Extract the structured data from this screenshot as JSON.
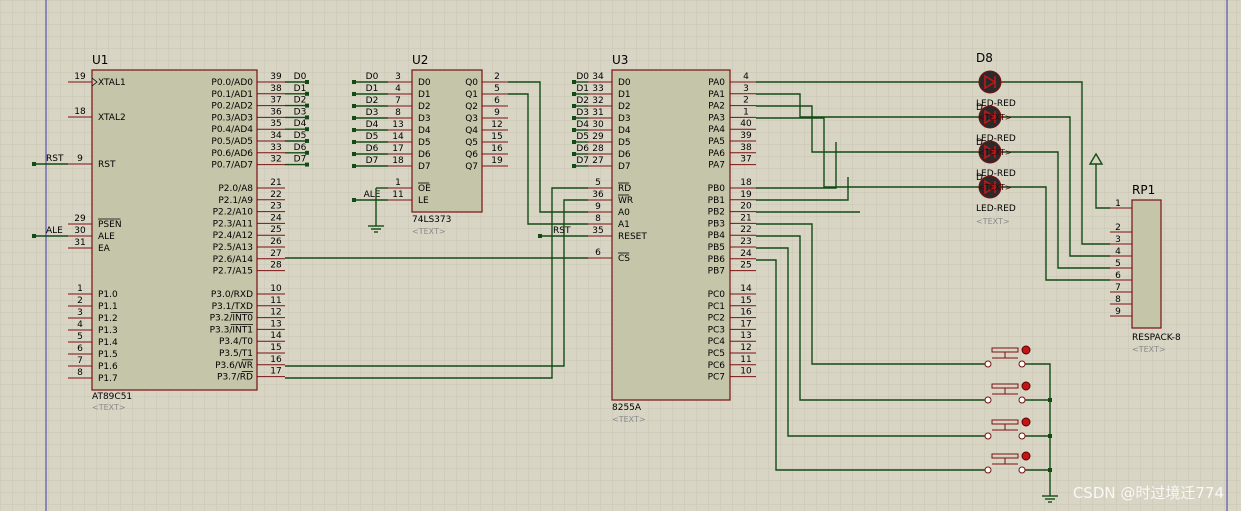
{
  "watermark": "CSDN @时过境迁774",
  "colors": {
    "wire": "#144a14",
    "body": "#c5c5aa",
    "outline": "#7a1010",
    "led": "#c21616",
    "grid": "#c9c5b4"
  },
  "u1": {
    "ref": "U1",
    "part": "AT89C51",
    "text": "<TEXT>",
    "left": [
      {
        "num": "19",
        "name": "XTAL1"
      },
      {
        "num": "18",
        "name": "XTAL2"
      },
      {
        "num": "9",
        "name": "RST"
      },
      {
        "num": "29",
        "name": "PSEN"
      },
      {
        "num": "30",
        "name": "ALE"
      },
      {
        "num": "31",
        "name": "EA"
      },
      {
        "num": "1",
        "name": "P1.0"
      },
      {
        "num": "2",
        "name": "P1.1"
      },
      {
        "num": "3",
        "name": "P1.2"
      },
      {
        "num": "4",
        "name": "P1.3"
      },
      {
        "num": "5",
        "name": "P1.4"
      },
      {
        "num": "6",
        "name": "P1.5"
      },
      {
        "num": "7",
        "name": "P1.6"
      },
      {
        "num": "8",
        "name": "P1.7"
      }
    ],
    "right": [
      {
        "num": "39",
        "name": "P0.0/AD0",
        "net": "D0"
      },
      {
        "num": "38",
        "name": "P0.1/AD1",
        "net": "D1"
      },
      {
        "num": "37",
        "name": "P0.2/AD2",
        "net": "D2"
      },
      {
        "num": "36",
        "name": "P0.3/AD3",
        "net": "D3"
      },
      {
        "num": "35",
        "name": "P0.4/AD4",
        "net": "D4"
      },
      {
        "num": "34",
        "name": "P0.5/AD5",
        "net": "D5"
      },
      {
        "num": "33",
        "name": "P0.6/AD6",
        "net": "D6"
      },
      {
        "num": "32",
        "name": "P0.7/AD7",
        "net": "D7"
      },
      {
        "num": "21",
        "name": "P2.0/A8"
      },
      {
        "num": "22",
        "name": "P2.1/A9"
      },
      {
        "num": "23",
        "name": "P2.2/A10"
      },
      {
        "num": "24",
        "name": "P2.3/A11"
      },
      {
        "num": "25",
        "name": "P2.4/A12"
      },
      {
        "num": "26",
        "name": "P2.5/A13"
      },
      {
        "num": "27",
        "name": "P2.6/A14"
      },
      {
        "num": "28",
        "name": "P2.7/A15"
      },
      {
        "num": "10",
        "name": "P3.0/RXD"
      },
      {
        "num": "11",
        "name": "P3.1/TXD"
      },
      {
        "num": "12",
        "name": "P3.2/INT0"
      },
      {
        "num": "13",
        "name": "P3.3/INT1"
      },
      {
        "num": "14",
        "name": "P3.4/T0"
      },
      {
        "num": "15",
        "name": "P3.5/T1"
      },
      {
        "num": "16",
        "name": "P3.6/WR"
      },
      {
        "num": "17",
        "name": "P3.7/RD"
      }
    ],
    "net_rst": "RST",
    "net_ale": "ALE"
  },
  "u2": {
    "ref": "U2",
    "part": "74LS373",
    "text": "<TEXT>",
    "left": [
      {
        "num": "3",
        "name": "D0",
        "net": "D0"
      },
      {
        "num": "4",
        "name": "D1",
        "net": "D1"
      },
      {
        "num": "7",
        "name": "D2",
        "net": "D2"
      },
      {
        "num": "8",
        "name": "D3",
        "net": "D3"
      },
      {
        "num": "13",
        "name": "D4",
        "net": "D4"
      },
      {
        "num": "14",
        "name": "D5",
        "net": "D5"
      },
      {
        "num": "17",
        "name": "D6",
        "net": "D6"
      },
      {
        "num": "18",
        "name": "D7",
        "net": "D7"
      },
      {
        "num": "1",
        "name": "OE"
      },
      {
        "num": "11",
        "name": "LE",
        "net": "ALE"
      }
    ],
    "right": [
      {
        "num": "2",
        "name": "Q0"
      },
      {
        "num": "5",
        "name": "Q1"
      },
      {
        "num": "6",
        "name": "Q2"
      },
      {
        "num": "9",
        "name": "Q3"
      },
      {
        "num": "12",
        "name": "Q4"
      },
      {
        "num": "15",
        "name": "Q5"
      },
      {
        "num": "16",
        "name": "Q6"
      },
      {
        "num": "19",
        "name": "Q7"
      }
    ]
  },
  "u3": {
    "ref": "U3",
    "part": "8255A",
    "text": "<TEXT>",
    "left": [
      {
        "num": "34",
        "name": "D0",
        "net": "D0"
      },
      {
        "num": "33",
        "name": "D1",
        "net": "D1"
      },
      {
        "num": "32",
        "name": "D2",
        "net": "D2"
      },
      {
        "num": "31",
        "name": "D3",
        "net": "D3"
      },
      {
        "num": "30",
        "name": "D4",
        "net": "D4"
      },
      {
        "num": "29",
        "name": "D5",
        "net": "D5"
      },
      {
        "num": "28",
        "name": "D6",
        "net": "D6"
      },
      {
        "num": "27",
        "name": "D7",
        "net": "D7"
      },
      {
        "num": "5",
        "name": "RD"
      },
      {
        "num": "36",
        "name": "WR"
      },
      {
        "num": "9",
        "name": "A0"
      },
      {
        "num": "8",
        "name": "A1"
      },
      {
        "num": "35",
        "name": "RESET",
        "net": "RST"
      },
      {
        "num": "6",
        "name": "CS"
      }
    ],
    "right": [
      {
        "num": "4",
        "name": "PA0"
      },
      {
        "num": "3",
        "name": "PA1"
      },
      {
        "num": "2",
        "name": "PA2"
      },
      {
        "num": "1",
        "name": "PA3"
      },
      {
        "num": "40",
        "name": "PA4"
      },
      {
        "num": "39",
        "name": "PA5"
      },
      {
        "num": "38",
        "name": "PA6"
      },
      {
        "num": "37",
        "name": "PA7"
      },
      {
        "num": "18",
        "name": "PB0"
      },
      {
        "num": "19",
        "name": "PB1"
      },
      {
        "num": "20",
        "name": "PB2"
      },
      {
        "num": "21",
        "name": "PB3"
      },
      {
        "num": "22",
        "name": "PB4"
      },
      {
        "num": "23",
        "name": "PB5"
      },
      {
        "num": "24",
        "name": "PB6"
      },
      {
        "num": "25",
        "name": "PB7"
      },
      {
        "num": "14",
        "name": "PC0"
      },
      {
        "num": "15",
        "name": "PC1"
      },
      {
        "num": "16",
        "name": "PC2"
      },
      {
        "num": "17",
        "name": "PC3"
      },
      {
        "num": "13",
        "name": "PC4"
      },
      {
        "num": "12",
        "name": "PC5"
      },
      {
        "num": "11",
        "name": "PC6"
      },
      {
        "num": "10",
        "name": "PC7"
      }
    ]
  },
  "leds": {
    "ref": "D8",
    "part": "LED-RED",
    "text": "<TEXT>",
    "overlay_letter": "D"
  },
  "rp1": {
    "ref": "RP1",
    "part": "RESPACK-8",
    "text": "<TEXT>",
    "pins": [
      "1",
      "2",
      "3",
      "4",
      "5",
      "6",
      "7",
      "8",
      "9"
    ]
  }
}
